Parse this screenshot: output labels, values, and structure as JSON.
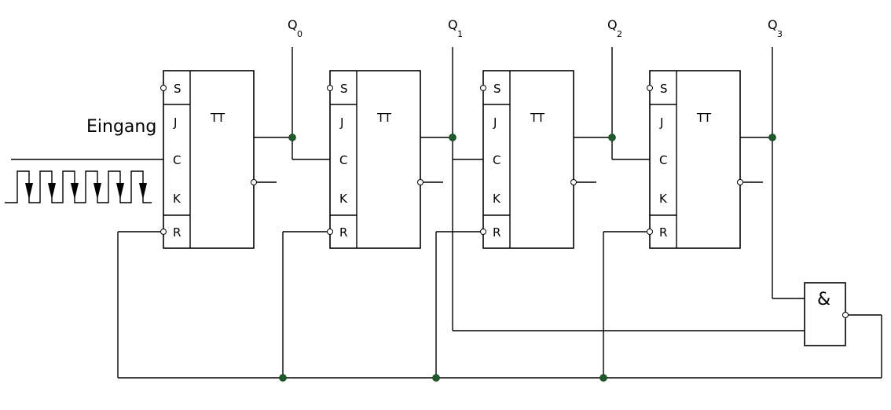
{
  "input": {
    "label": "Eingang"
  },
  "outputs": [
    {
      "letter": "Q",
      "index": "0"
    },
    {
      "letter": "Q",
      "index": "1"
    },
    {
      "letter": "Q",
      "index": "2"
    },
    {
      "letter": "Q",
      "index": "3"
    }
  ],
  "flipflops": [
    {
      "type": "TT",
      "pins": [
        "S",
        "J",
        "C",
        "K",
        "R"
      ]
    },
    {
      "type": "TT",
      "pins": [
        "S",
        "J",
        "C",
        "K",
        "R"
      ]
    },
    {
      "type": "TT",
      "pins": [
        "S",
        "J",
        "C",
        "K",
        "R"
      ]
    },
    {
      "type": "TT",
      "pins": [
        "S",
        "J",
        "C",
        "K",
        "R"
      ]
    }
  ],
  "gate": {
    "symbol": "&"
  },
  "colors": {
    "line": "#000000",
    "junction": "#1f5a2a"
  }
}
